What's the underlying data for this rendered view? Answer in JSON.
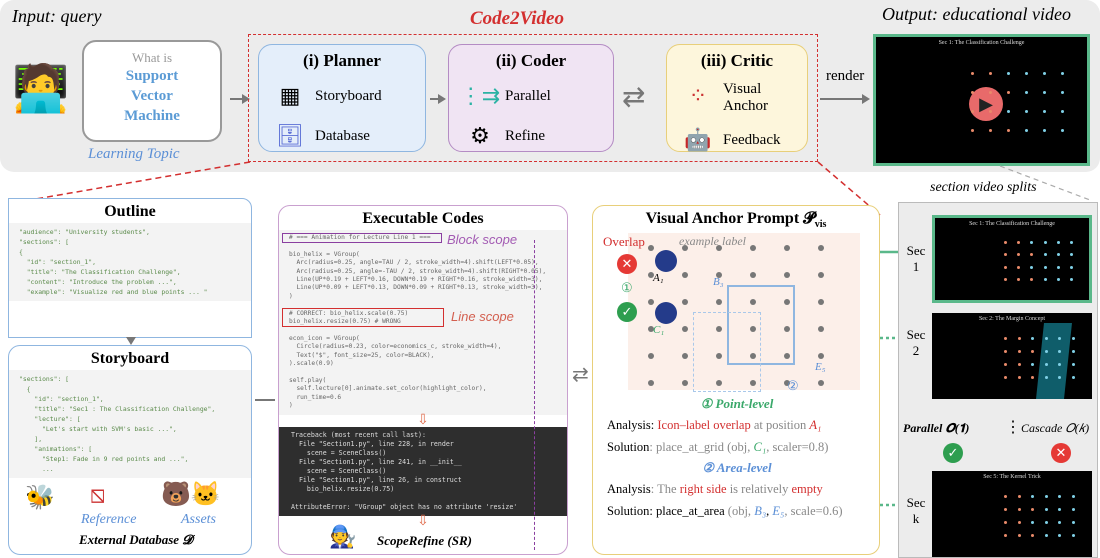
{
  "top": {
    "input_title": "Input: query",
    "bubble_q": "What is",
    "bubble_topic": "Support Vector Machine",
    "learning_topic": "Learning Topic",
    "main_title": "Code2Video",
    "render": "render",
    "output_title": "Output: educational video",
    "video_title": "Sec 1: The Classification Challenge"
  },
  "agents": {
    "planner": {
      "title": "(i) Planner",
      "items": [
        "Storyboard",
        "Database"
      ]
    },
    "coder": {
      "title": "(ii) Coder",
      "items": [
        "Parallel",
        "Refine"
      ]
    },
    "critic": {
      "title": "(iii) Critic",
      "items": [
        "Visual Anchor",
        "Feedback"
      ]
    }
  },
  "outline": {
    "title": "Outline",
    "code": [
      "\"audience\": \"University students\",",
      "\"sections\": [",
      "{",
      "  \"id\": \"section_1\",",
      "  \"title\": \"The Classification Challenge\",",
      "  \"content\": \"Introduce the problem ...\",",
      "  \"example\": \"Visualize red and blue points ... \""
    ]
  },
  "storyboard": {
    "title": "Storyboard",
    "code": [
      "\"sections\": [",
      "  {",
      "    \"id\": \"section_1\",",
      "    \"title\": \"Sec1 : The Classification Challenge\",",
      "    \"lecture\": [",
      "      \"Let's start with SVM's basic ...\",",
      "    ],",
      "    \"animations\": [",
      "      \"Step1: Fade in 9 red points and ...\",",
      "      ..."
    ],
    "reference": "Reference",
    "assets": "Assets",
    "database": "External Database 𝓓"
  },
  "codes": {
    "title": "Executable Codes",
    "block_scope": "Block scope",
    "line_scope": "Line scope",
    "refine": "ScopeRefine (SR)",
    "code": [
      "# === Animation for Lecture Line 1 ===",
      "",
      "bio_helix = VGroup(",
      "  Arc(radius=0.25, angle=TAU / 2, stroke_width=4).shift(LEFT*0.05),",
      "  Arc(radius=0.25, angle=-TAU / 2, stroke_width=4).shift(RIGHT*0.05),",
      "  Line(UP*0.19 + LEFT*0.16, DOWN*0.19 + RIGHT*0.16, stroke_width=3),",
      "  Line(UP*0.09 + LEFT*0.13, DOWN*0.09 + RIGHT*0.13, stroke_width=3),",
      ")",
      "",
      "# CORRECT: bio_helix.scale(0.75)",
      "bio_helix.resize(0.75) # WRONG",
      "",
      "econ_icon = VGroup(",
      "  Circle(radius=0.23, color=economics_c, stroke_width=4),",
      "  Text(\"$\", font_size=25, color=BLACK),",
      ").scale(0.9)",
      "",
      "self.play(",
      "  self.lecture[0].animate.set_color(highlight_color),",
      "  run_time=0.6",
      ")"
    ],
    "traceback": [
      "Traceback (most recent call last):",
      "  File \"Section1.py\", line 228, in render",
      "    scene = SceneClass()",
      "  File \"Section1.py\", line 241, in __init__",
      "    scene = SceneClass()",
      "  File \"Section1.py\", line 26, in construct",
      "    bio_helix.resize(0.75)",
      "",
      "AttributeError: \"VGroup\" object has no attribute 'resize'"
    ]
  },
  "anchor": {
    "title": "Visual Anchor Prompt 𝓟",
    "title_sub": "vis",
    "overlap": "Overlap",
    "example_label": "example label",
    "A1": "A₁",
    "C1": "C₁",
    "B3": "B₃",
    "E5": "E₅",
    "step1": "①",
    "step2": "②",
    "point_level": "① Point-level",
    "a1_label": "Analysis",
    "a1_hl": "Icon–label overlap",
    "a1_rest": "at position",
    "a1_pos": "A₁",
    "s1_label": "Solution",
    "s1_text": ": place_at_grid (obj, ",
    "s1_c": "C₁",
    "s1_end": ", scaler=0.8)",
    "area_level": "② Area-level",
    "a2_label": "Analysis",
    "a2_pre": ": The ",
    "a2_hl1": "right side",
    "a2_mid": " is relatively ",
    "a2_hl2": "empty",
    "s2_label": "Solution",
    "s2_fn": ": place_at_area",
    "s2_text": " (obj, ",
    "s2_b": "B₃",
    "s2_e": "E₅",
    "s2_end": ", scale=0.6)"
  },
  "splits": {
    "title": "section video splits",
    "secs": [
      {
        "label": "Sec 1",
        "title": "Sec 1: The Classification Challenge"
      },
      {
        "label": "Sec 2",
        "title": "Sec 2: The Margin Concept"
      },
      {
        "label": "Sec k",
        "title": "Sec 5: The Kernel Trick"
      }
    ],
    "parallel": "Parallel 𝑶(𝟏)",
    "cascade": "Cascade 𝑂(𝑘)",
    "dots": "⋮"
  },
  "colors": {
    "red": "#d32f2f",
    "planner": "#8fb6e0",
    "coder": "#b48cc4",
    "critic": "#e8cf7a",
    "green": "#5ab88a"
  }
}
